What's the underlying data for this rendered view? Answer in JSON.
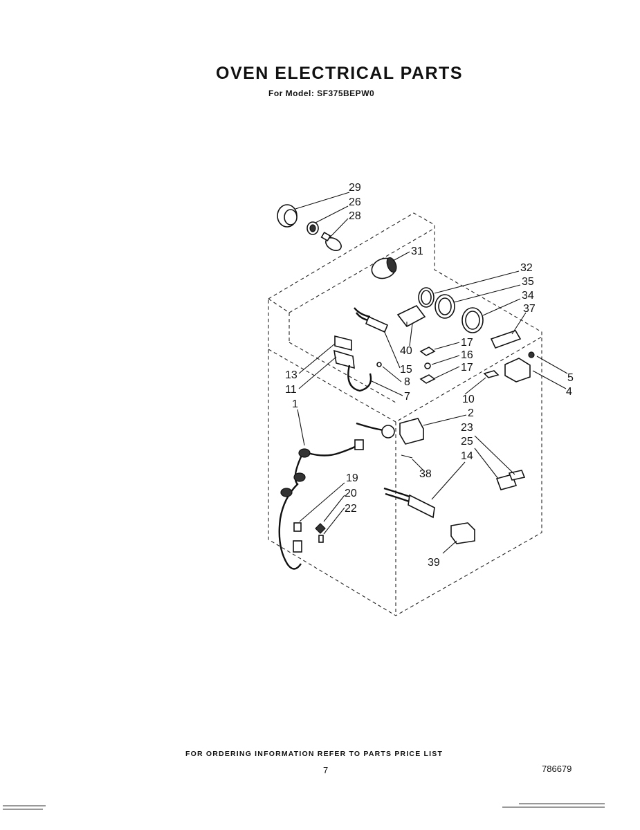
{
  "header": {
    "title": "OVEN ELECTRICAL PARTS",
    "subtitle": "For Model: SF375BEPW0"
  },
  "diagram": {
    "callouts": [
      "29",
      "26",
      "28",
      "31",
      "32",
      "35",
      "34",
      "37",
      "40",
      "17",
      "16",
      "17",
      "15",
      "13",
      "11",
      "8",
      "7",
      "5",
      "4",
      "10",
      "1",
      "2",
      "23",
      "25",
      "14",
      "38",
      "19",
      "20",
      "22",
      "39"
    ]
  },
  "footer": {
    "ordering_note": "FOR ORDERING INFORMATION REFER TO PARTS PRICE LIST",
    "page_number": "7",
    "document_number": "786679"
  }
}
